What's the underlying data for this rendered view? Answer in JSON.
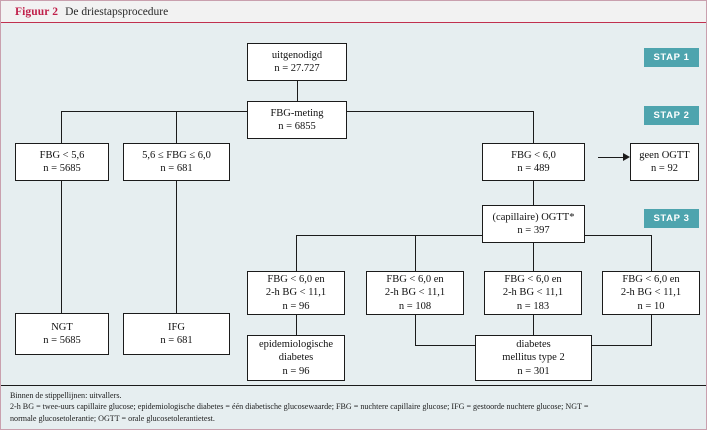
{
  "figure": {
    "label": "Figuur 2",
    "title": "De driestapsprocedure",
    "accent_color": "#c0204a",
    "step_color": "#4ea4ae",
    "background_color": "#e6eef0",
    "box_fill": "#ffffff",
    "line_color": "#1b1b1b"
  },
  "steps": [
    {
      "label": "STAP 1"
    },
    {
      "label": "STAP 2"
    },
    {
      "label": "STAP 3"
    }
  ],
  "nodes": {
    "invited": {
      "line1": "uitgenodigd",
      "line2": "n = 27.727",
      "line3": ""
    },
    "fbg_meting": {
      "line1": "FBG-meting",
      "line2": "n = 6855",
      "line3": ""
    },
    "fbg_lt56": {
      "line1": "FBG < 5,6",
      "line2": "n = 5685",
      "line3": ""
    },
    "fbg_56_60": {
      "line1": "5,6 ≤ FBG ≤ 6,0",
      "line2": "n = 681",
      "line3": ""
    },
    "fbg_lt60": {
      "line1": "FBG < 6,0",
      "line2": "n = 489",
      "line3": ""
    },
    "geen_ogtt": {
      "line1": "geen OGTT",
      "line2": "n = 92",
      "line3": ""
    },
    "ogtt": {
      "line1": "(capillaire) OGTT*",
      "line2": "n = 397",
      "line3": ""
    },
    "ogtt_a": {
      "line1": "FBG < 6,0 en",
      "line2": "2-h BG < 11,1",
      "line3": "n = 96"
    },
    "ogtt_b": {
      "line1": "FBG < 6,0 en",
      "line2": "2-h BG < 11,1",
      "line3": "n = 108"
    },
    "ogtt_c": {
      "line1": "FBG < 6,0 en",
      "line2": "2-h BG < 11,1",
      "line3": "n = 183"
    },
    "ogtt_d": {
      "line1": "FBG < 6,0 en",
      "line2": "2-h BG < 11,1",
      "line3": "n = 10"
    },
    "ngt": {
      "line1": "NGT",
      "line2": "n = 5685",
      "line3": ""
    },
    "ifg": {
      "line1": "IFG",
      "line2": "n = 681",
      "line3": ""
    },
    "epi_diabetes": {
      "line1": "epidemiologische",
      "line2": "diabetes",
      "line3": "n = 96"
    },
    "dm2": {
      "line1": "diabetes",
      "line2": "mellitus type 2",
      "line3": "n = 301"
    }
  },
  "footnote": {
    "line1": "Binnen de stippellijnen: uitvallers.",
    "line2": "2-h BG = twee-uurs capillaire glucose; epidemiologische diabetes = één diabetische glucosewaarde; FBG = nuchtere capillaire glucose; IFG = gestoorde nuchtere glucose; NGT =",
    "line3": "normale glucosetolerantie; OGTT = orale glucosetolerantietest."
  }
}
